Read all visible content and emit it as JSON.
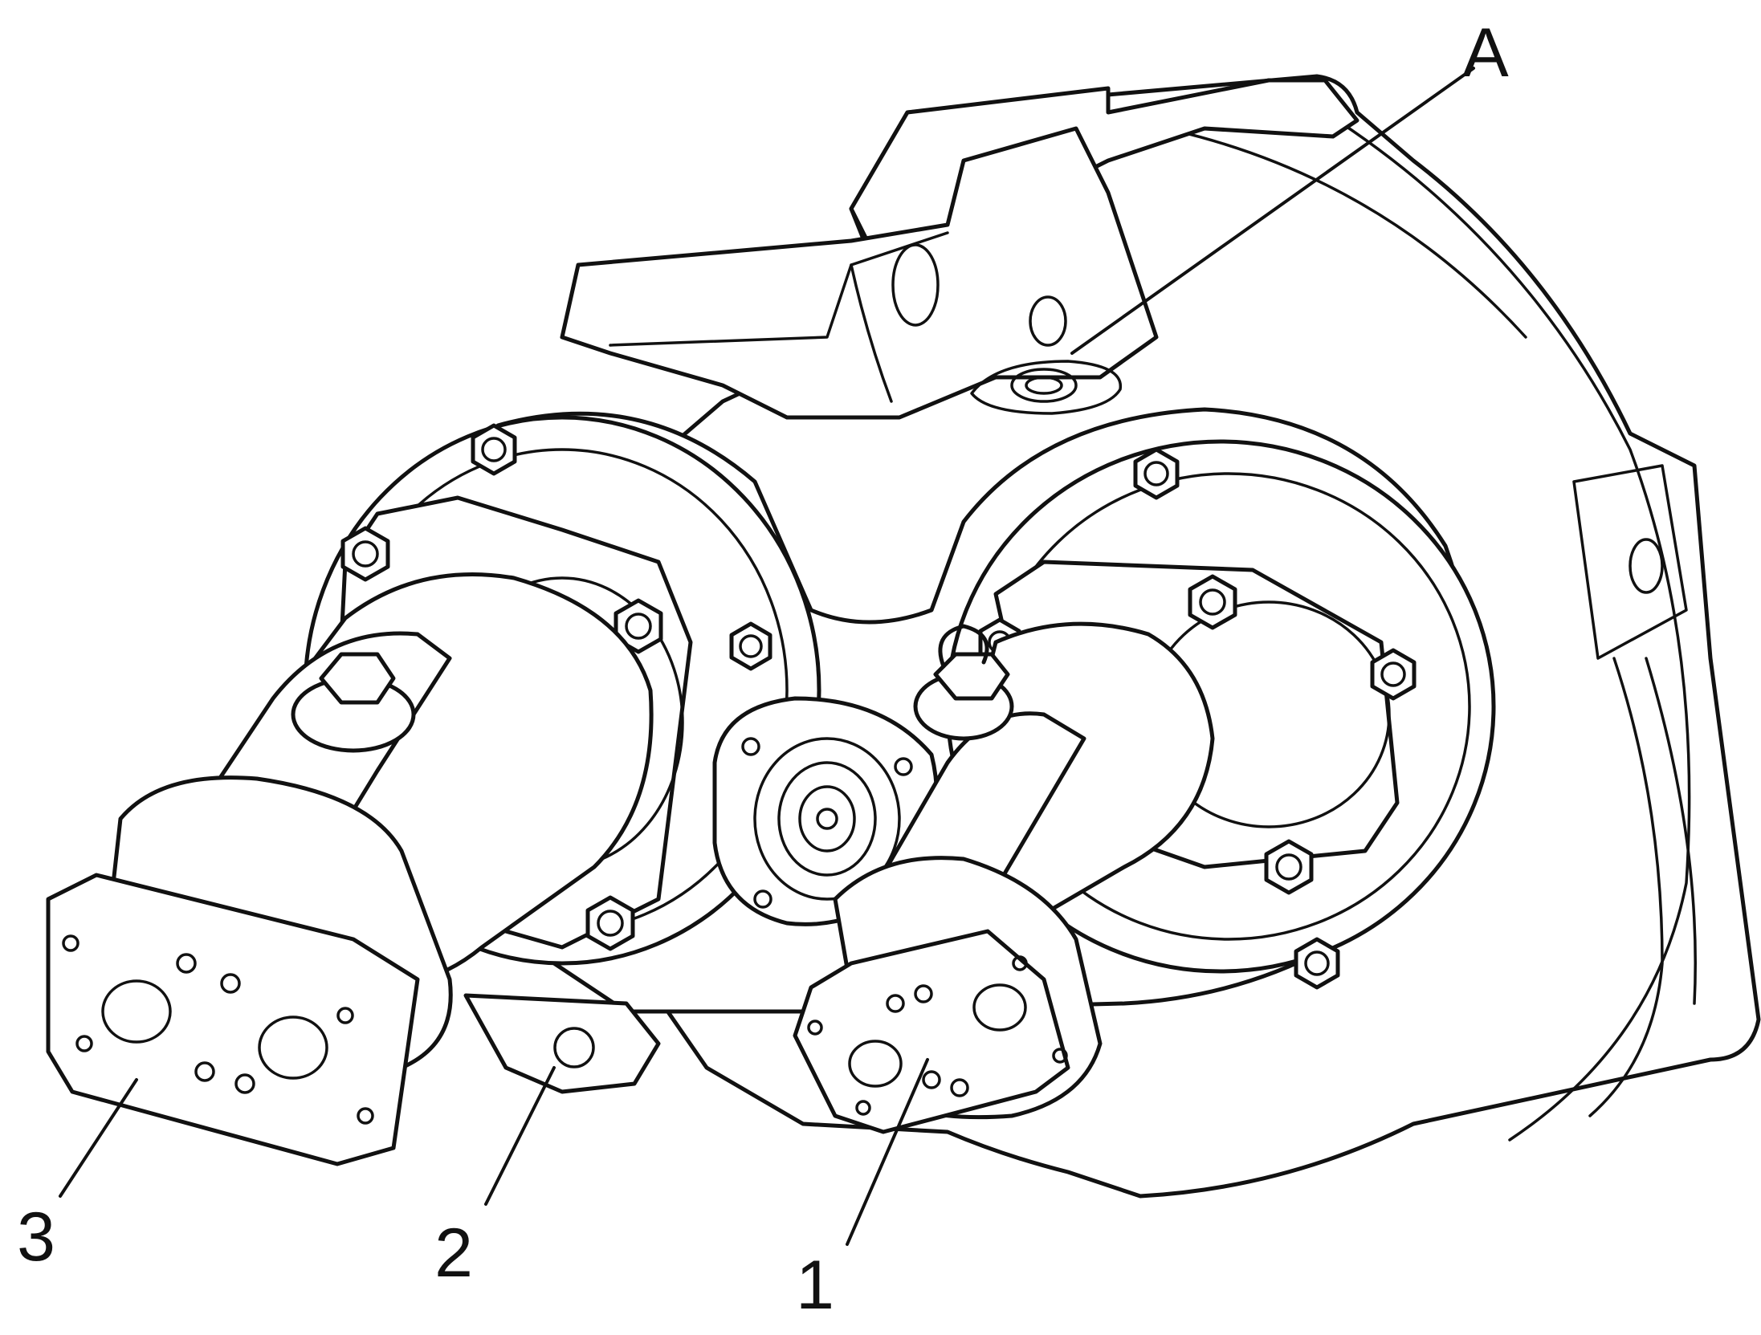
{
  "figure": {
    "callouts": [
      {
        "id": "A",
        "label": "A"
      },
      {
        "id": "1",
        "label": "1"
      },
      {
        "id": "2",
        "label": "2"
      },
      {
        "id": "3",
        "label": "3"
      }
    ],
    "line_color": "#111111",
    "background_color": "#ffffff"
  }
}
